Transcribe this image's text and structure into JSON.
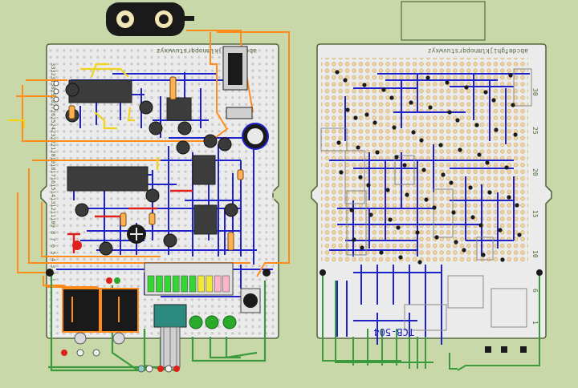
{
  "left_board": {
    "letters_top": "abcdefghijklmnopqrstuvwxyz",
    "row_numbers_left": [
      "33",
      "32",
      "31",
      "30",
      "29",
      "28",
      "27",
      "26",
      "25",
      "24",
      "23",
      "22",
      "21",
      "20",
      "19",
      "18",
      "17",
      "16",
      "15",
      "14",
      "13",
      "12",
      "11",
      "10",
      "9",
      "8",
      "7",
      "6",
      "5",
      "4",
      "3",
      "2",
      "1"
    ],
    "bargraph_segments": [
      "green",
      "green",
      "green",
      "green",
      "green",
      "green",
      "yellow",
      "yellow",
      "pink",
      "pink"
    ],
    "colors": {
      "board_edge": "#556b3f",
      "trace_blue": "#1e22c8",
      "wire_orange": "#ff8c1a",
      "wire_green": "#3c9a3c",
      "wire_yellow": "#f2d21b",
      "wire_red": "#e0201a",
      "ic_body": "#3c3c3c"
    }
  },
  "right_board": {
    "letters_top": "abcdefghijklmnopqrstuvwxyz",
    "row_marks": [
      "30",
      "25",
      "20",
      "15",
      "10",
      "6",
      "1"
    ],
    "board_label": "TCB-504"
  }
}
